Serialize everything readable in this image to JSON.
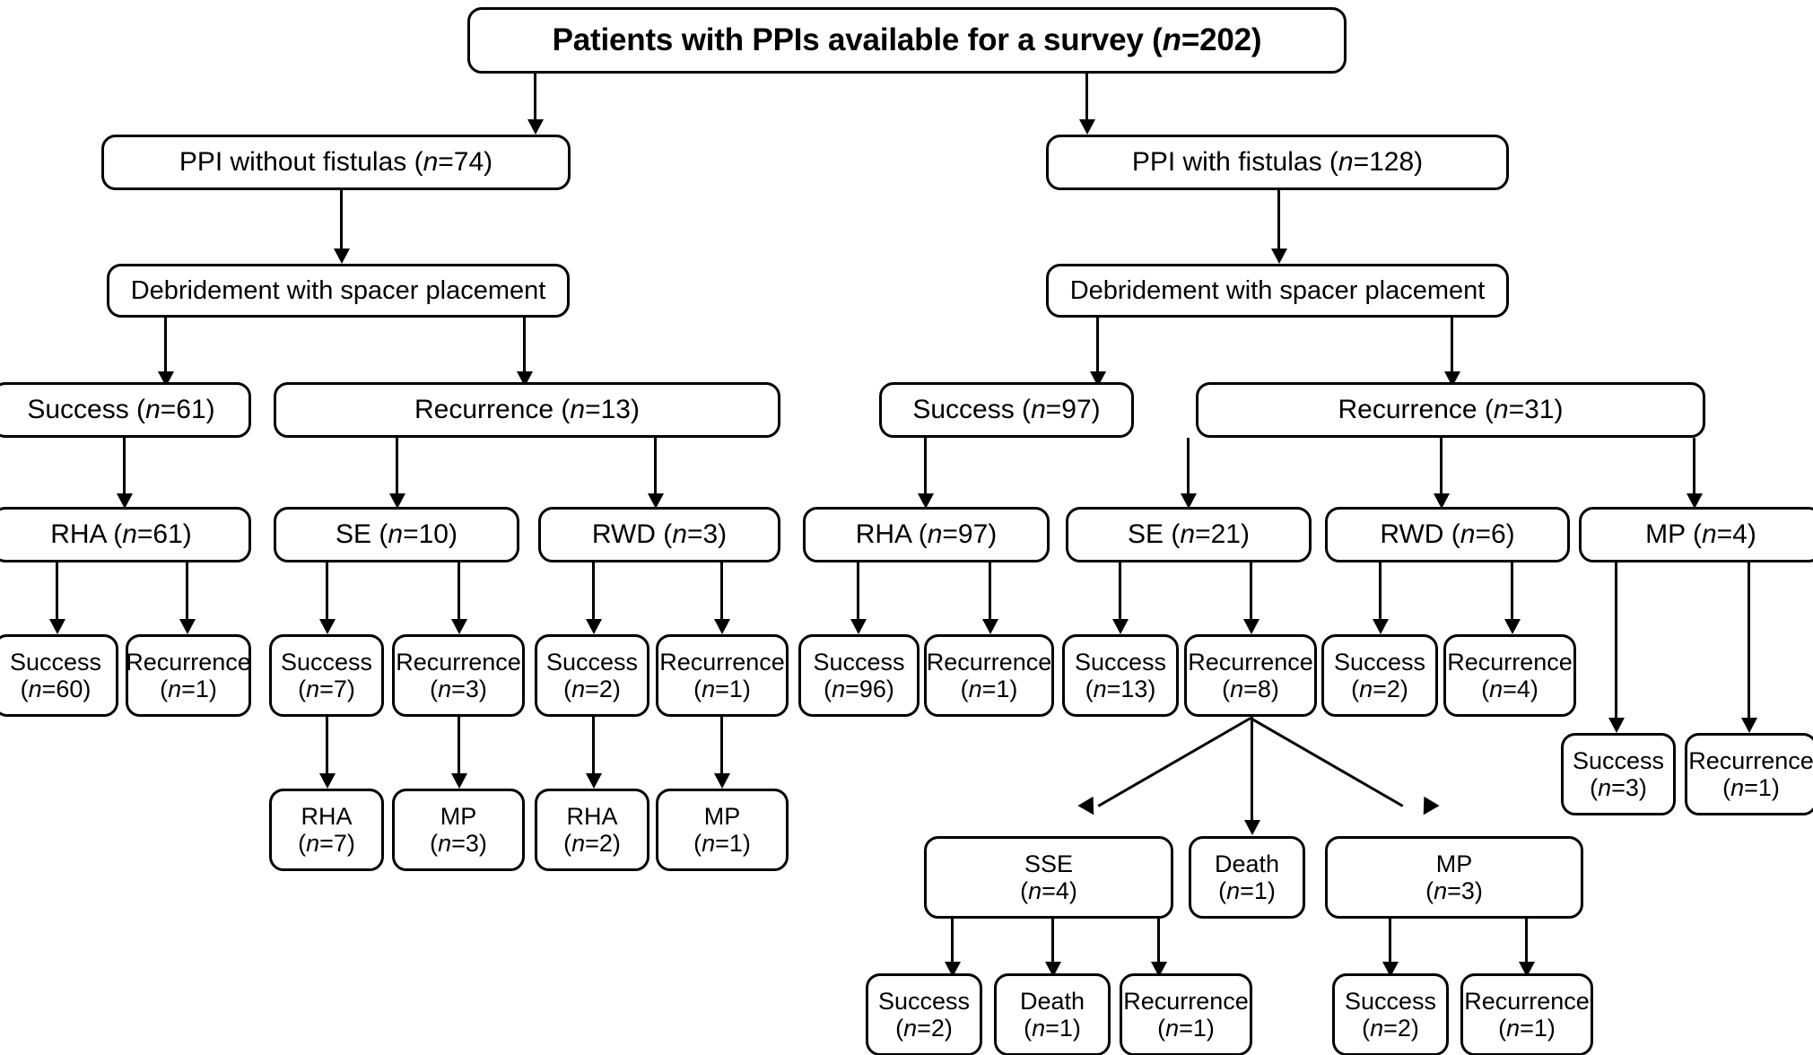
{
  "diagram": {
    "type": "flowchart",
    "title": "Patients with PPIs available for a survey (n=202)",
    "root": {
      "label": "Patients with PPIs available for a survey",
      "n": 202,
      "text": "Patients with PPIs available for a survey (n=202)"
    },
    "nodes": {
      "left_branch": {
        "text": "PPI without fistulas (n=74)",
        "label": "PPI without fistulas",
        "n": 74
      },
      "right_branch": {
        "text": "PPI with fistulas (n=128)",
        "label": "PPI with fistulas",
        "n": 128
      },
      "left_debridement": {
        "text": "Debridement with spacer placement",
        "label": "Debridement with spacer placement"
      },
      "right_debridement": {
        "text": "Debridement with spacer placement",
        "label": "Debridement with spacer placement"
      },
      "l_success": {
        "text": "Success (n=61)",
        "label": "Success",
        "n": 61
      },
      "l_recur": {
        "text": "Recurrence (n=13)",
        "label": "Recurrence",
        "n": 13
      },
      "r_success": {
        "text": "Success (n=97)",
        "label": "Success",
        "n": 97
      },
      "r_recur": {
        "text": "Recurrence (n=31)",
        "label": "Recurrence",
        "n": 31
      },
      "l_rha": {
        "text": "RHA (n=61)",
        "label": "RHA",
        "n": 61
      },
      "l_se": {
        "text": "SE (n=10)",
        "label": "SE",
        "n": 10
      },
      "l_rwd": {
        "text": "RWD (n=3)",
        "label": "RWD",
        "n": 3
      },
      "r_rha": {
        "text": "RHA (n=97)",
        "label": "RHA",
        "n": 97
      },
      "r_se": {
        "text": "SE (n=21)",
        "label": "SE",
        "n": 21
      },
      "r_rwd": {
        "text": "RWD (n=6)",
        "label": "RWD",
        "n": 6
      },
      "r_mp": {
        "text": "MP (n=4)",
        "label": "MP",
        "n": 4
      },
      "leaf_l_rha_s": {
        "line1": "Success",
        "line2": "(n=60)",
        "n": 60
      },
      "leaf_l_rha_r": {
        "line1": "Recurrence",
        "line2": "(n=1)",
        "n": 1
      },
      "leaf_l_se_s": {
        "line1": "Success",
        "line2": "(n=7)",
        "n": 7
      },
      "leaf_l_se_r": {
        "line1": "Recurrence",
        "line2": "(n=3)",
        "n": 3
      },
      "leaf_l_rwd_s": {
        "line1": "Success",
        "line2": "(n=2)",
        "n": 2
      },
      "leaf_l_rwd_r": {
        "line1": "Recurrence",
        "line2": "(n=1)",
        "n": 1
      },
      "leaf_l_se_s_rha": {
        "line1": "RHA",
        "line2": "(n=7)",
        "n": 7
      },
      "leaf_l_se_r_mp": {
        "line1": "MP",
        "line2": "(n=3)",
        "n": 3
      },
      "leaf_l_rwd_s_rha": {
        "line1": "RHA",
        "line2": "(n=2)",
        "n": 2
      },
      "leaf_l_rwd_r_mp": {
        "line1": "MP",
        "line2": "(n=1)",
        "n": 1
      },
      "leaf_r_rha_s": {
        "line1": "Success",
        "line2": "(n=96)",
        "n": 96
      },
      "leaf_r_rha_r": {
        "line1": "Recurrence",
        "line2": "(n=1)",
        "n": 1
      },
      "leaf_r_se_s": {
        "line1": "Success",
        "line2": "(n=13)",
        "n": 13
      },
      "leaf_r_se_r": {
        "line1": "Recurrence",
        "line2": "(n=8)",
        "n": 8
      },
      "leaf_r_rwd_s": {
        "line1": "Success",
        "line2": "(n=2)",
        "n": 2
      },
      "leaf_r_rwd_r": {
        "line1": "Recurrence",
        "line2": "(n=4)",
        "n": 4
      },
      "leaf_r_mp_s": {
        "line1": "Success",
        "line2": "(n=3)",
        "n": 3
      },
      "leaf_r_mp_r": {
        "line1": "Recurrence",
        "line2": "(n=1)",
        "n": 1
      },
      "sse": {
        "line1": "SSE",
        "line2": "(n=4)",
        "n": 4
      },
      "death": {
        "line1": "Death",
        "line2": "(n=1)",
        "n": 1
      },
      "mp_bottom": {
        "line1": "MP",
        "line2": "(n=3)",
        "n": 3
      },
      "sse_s": {
        "line1": "Success",
        "line2": "(n=2)",
        "n": 2
      },
      "sse_d": {
        "line1": "Death",
        "line2": "(n=1)",
        "n": 1
      },
      "sse_r": {
        "line1": "Recurrence",
        "line2": "(n=1)",
        "n": 1
      },
      "mpb_s": {
        "line1": "Success",
        "line2": "(n=2)",
        "n": 2
      },
      "mpb_r": {
        "line1": "Recurrence",
        "line2": "(n=1)",
        "n": 1
      }
    },
    "colors": {
      "stroke": "#000000",
      "fill": "#ffffff",
      "text": "#000000"
    },
    "abbreviations": {
      "PPI": "PPI",
      "RHA": "RHA",
      "SE": "SE",
      "RWD": "RWD",
      "MP": "MP",
      "SSE": "SSE"
    }
  }
}
